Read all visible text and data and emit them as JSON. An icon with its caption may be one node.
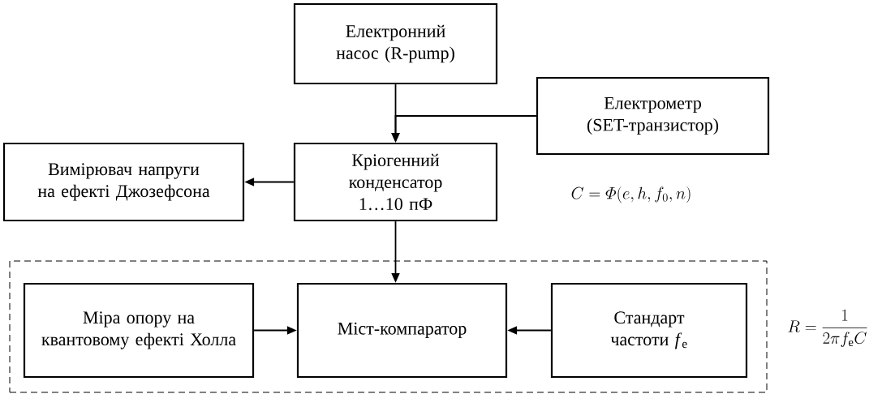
{
  "diagram": {
    "nodes": [
      {
        "text": [
          "Електронний насос (R-pump)"
        ]
      },
      {
        "text": [
          "Електрометр (SET-транзистор)"
        ]
      },
      {
        "text": [
          "Кріогенний конденсатор 1…10 пФ"
        ]
      },
      {
        "text": [
          "Вимірювач напруги на ефекті Джозефсона"
        ]
      },
      {
        "text": [],
        "shape": "box"
      },
      {
        "text": [
          "Міра опору на квантовому ефекті Холла"
        ],
        "in": 4
      },
      {
        "text": [
          "Міст-компаратор"
        ],
        "in": 4
      },
      {
        "text": [
          "Стандарт частоти *f*$_{e}$"
        ],
        "in": 4
      }
    ],
    "edges": [
      {
        "from": 0,
        "to": 2,
        "arrow": "to"
      },
      {
        "from": 1,
        "to": 2,
        "arrow": "to"
      },
      {
        "from": 2,
        "to": 3,
        "arrow": "to"
      },
      {
        "from": 2,
        "to": 6,
        "arrow": "to"
      },
      {
        "from": 5,
        "to": 6,
        "arrow": "to"
      },
      {
        "from": 7,
        "to": 6,
        "arrow": "to"
      }
    ],
    "labels": [
      "C = \\mathnormal{\\Phi}(e, h, f_{0}, n)",
      "R = \\frac{1}{2\\pi f_{\\mathrm{e}} C}"
    ]
  }
}
